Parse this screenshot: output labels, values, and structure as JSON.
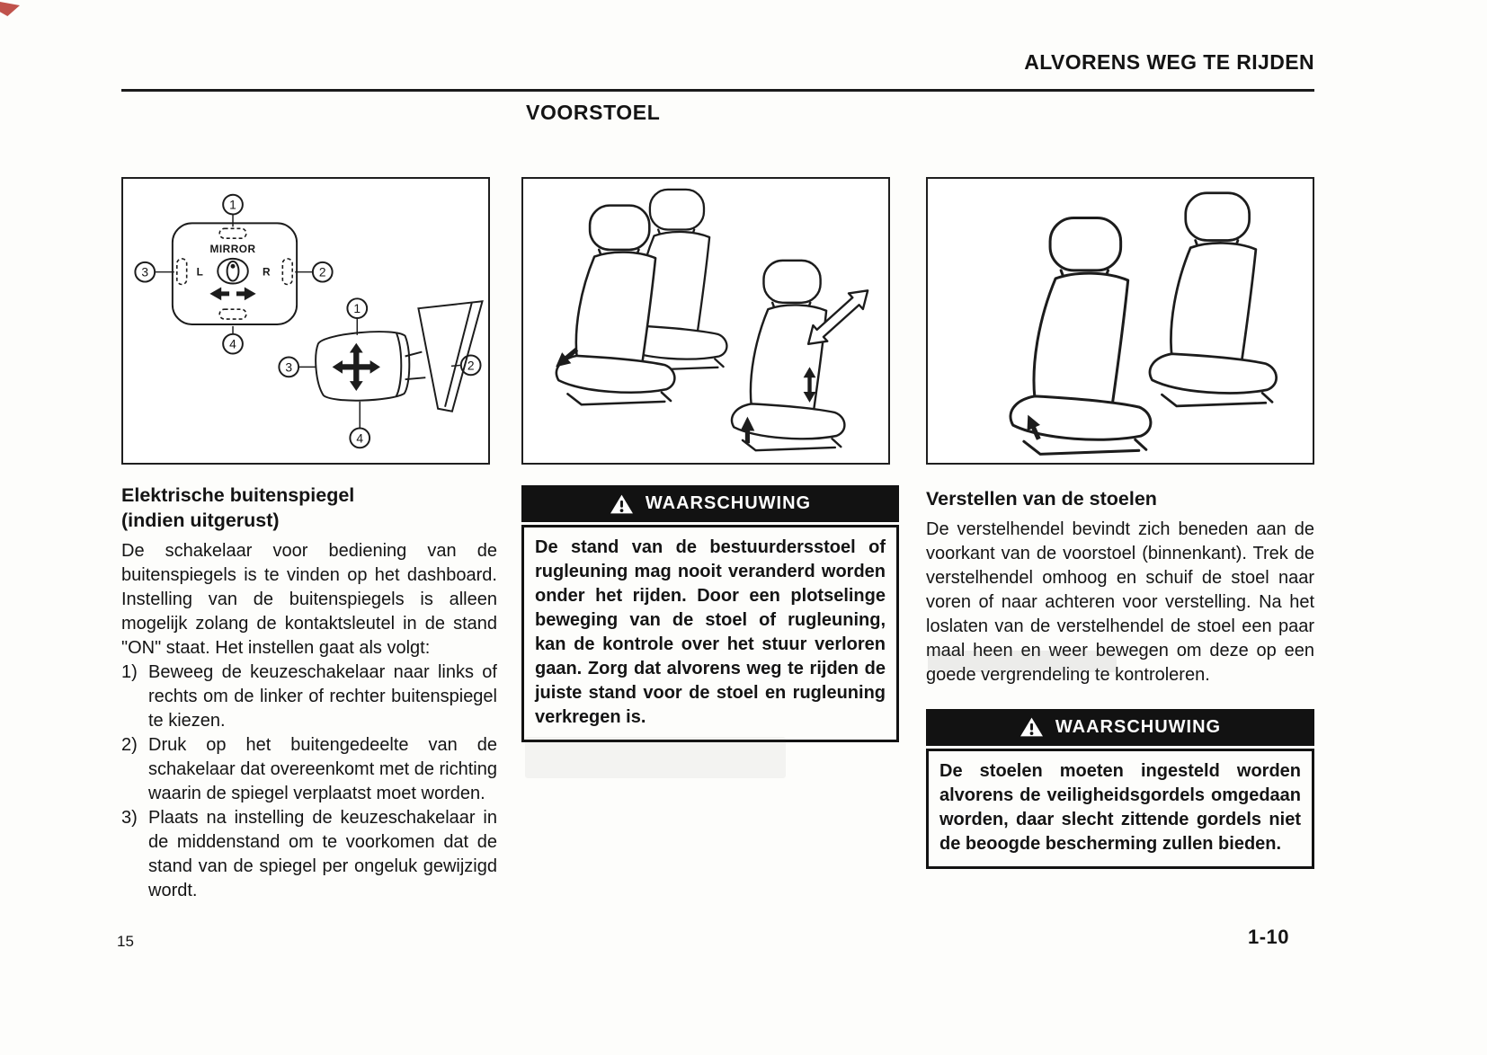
{
  "page": {
    "header_title": "ALVORENS WEG TE RIJDEN",
    "section_title": "VOORSTOEL",
    "page_number": "15",
    "chapter_page": "1-10"
  },
  "figure_mirror": {
    "mirror_label": "MIRROR",
    "left_label": "L",
    "right_label": "R",
    "callout_1": "1",
    "callout_2": "2",
    "callout_3": "3",
    "callout_4": "4"
  },
  "left_column": {
    "heading_line1": "Elektrische buitenspiegel",
    "heading_line2": "(indien uitgerust)",
    "intro": "De schakelaar voor bediening van de buitenspiegels is te vinden op het dashboard. Instelling van de buitenspiegels is alleen mogelijk zolang de kontaktsleutel in de stand \"ON\" staat. Het instellen gaat als volgt:",
    "items": [
      {
        "num": "1)",
        "text": "Beweeg de keuzeschakelaar naar links of rechts om de linker of rechter buitenspiegel te kiezen."
      },
      {
        "num": "2)",
        "text": "Druk op het buitengedeelte van de schakelaar dat overeenkomt met de richting waarin de spiegel verplaatst moet worden."
      },
      {
        "num": "3)",
        "text": "Plaats na instelling de keuzeschakelaar in de middenstand om te voorkomen dat de stand van de spiegel per ongeluk gewijzigd wordt."
      }
    ]
  },
  "warning_seat_position": {
    "title": "WAARSCHUWING",
    "text": "De stand van de bestuurdersstoel of rugleuning mag nooit veranderd worden onder het rijden. Door een plotselinge beweging van de stoel of rugleuning, kan de kontrole over het stuur verloren gaan. Zorg dat alvorens weg te rijden de juiste stand voor de stoel en rugleuning verkregen is."
  },
  "right_column": {
    "heading": "Verstellen van de stoelen",
    "body": "De verstelhendel bevindt zich beneden aan de voorkant van de voorstoel (binnenkant). Trek de verstelhendel omhoog en schuif de stoel naar voren of naar achteren voor verstelling. Na het loslaten van de verstelhendel de stoel een paar maal heen en weer bewegen om deze op een goede vergrendeling te kontroleren.",
    "warning": {
      "title": "WAARSCHUWING",
      "text": "De stoelen moeten ingesteld worden alvorens de veiligheidsgordels omgedaan worden, daar slecht zittende gordels niet de beoogde bescherming zullen bieden."
    }
  }
}
